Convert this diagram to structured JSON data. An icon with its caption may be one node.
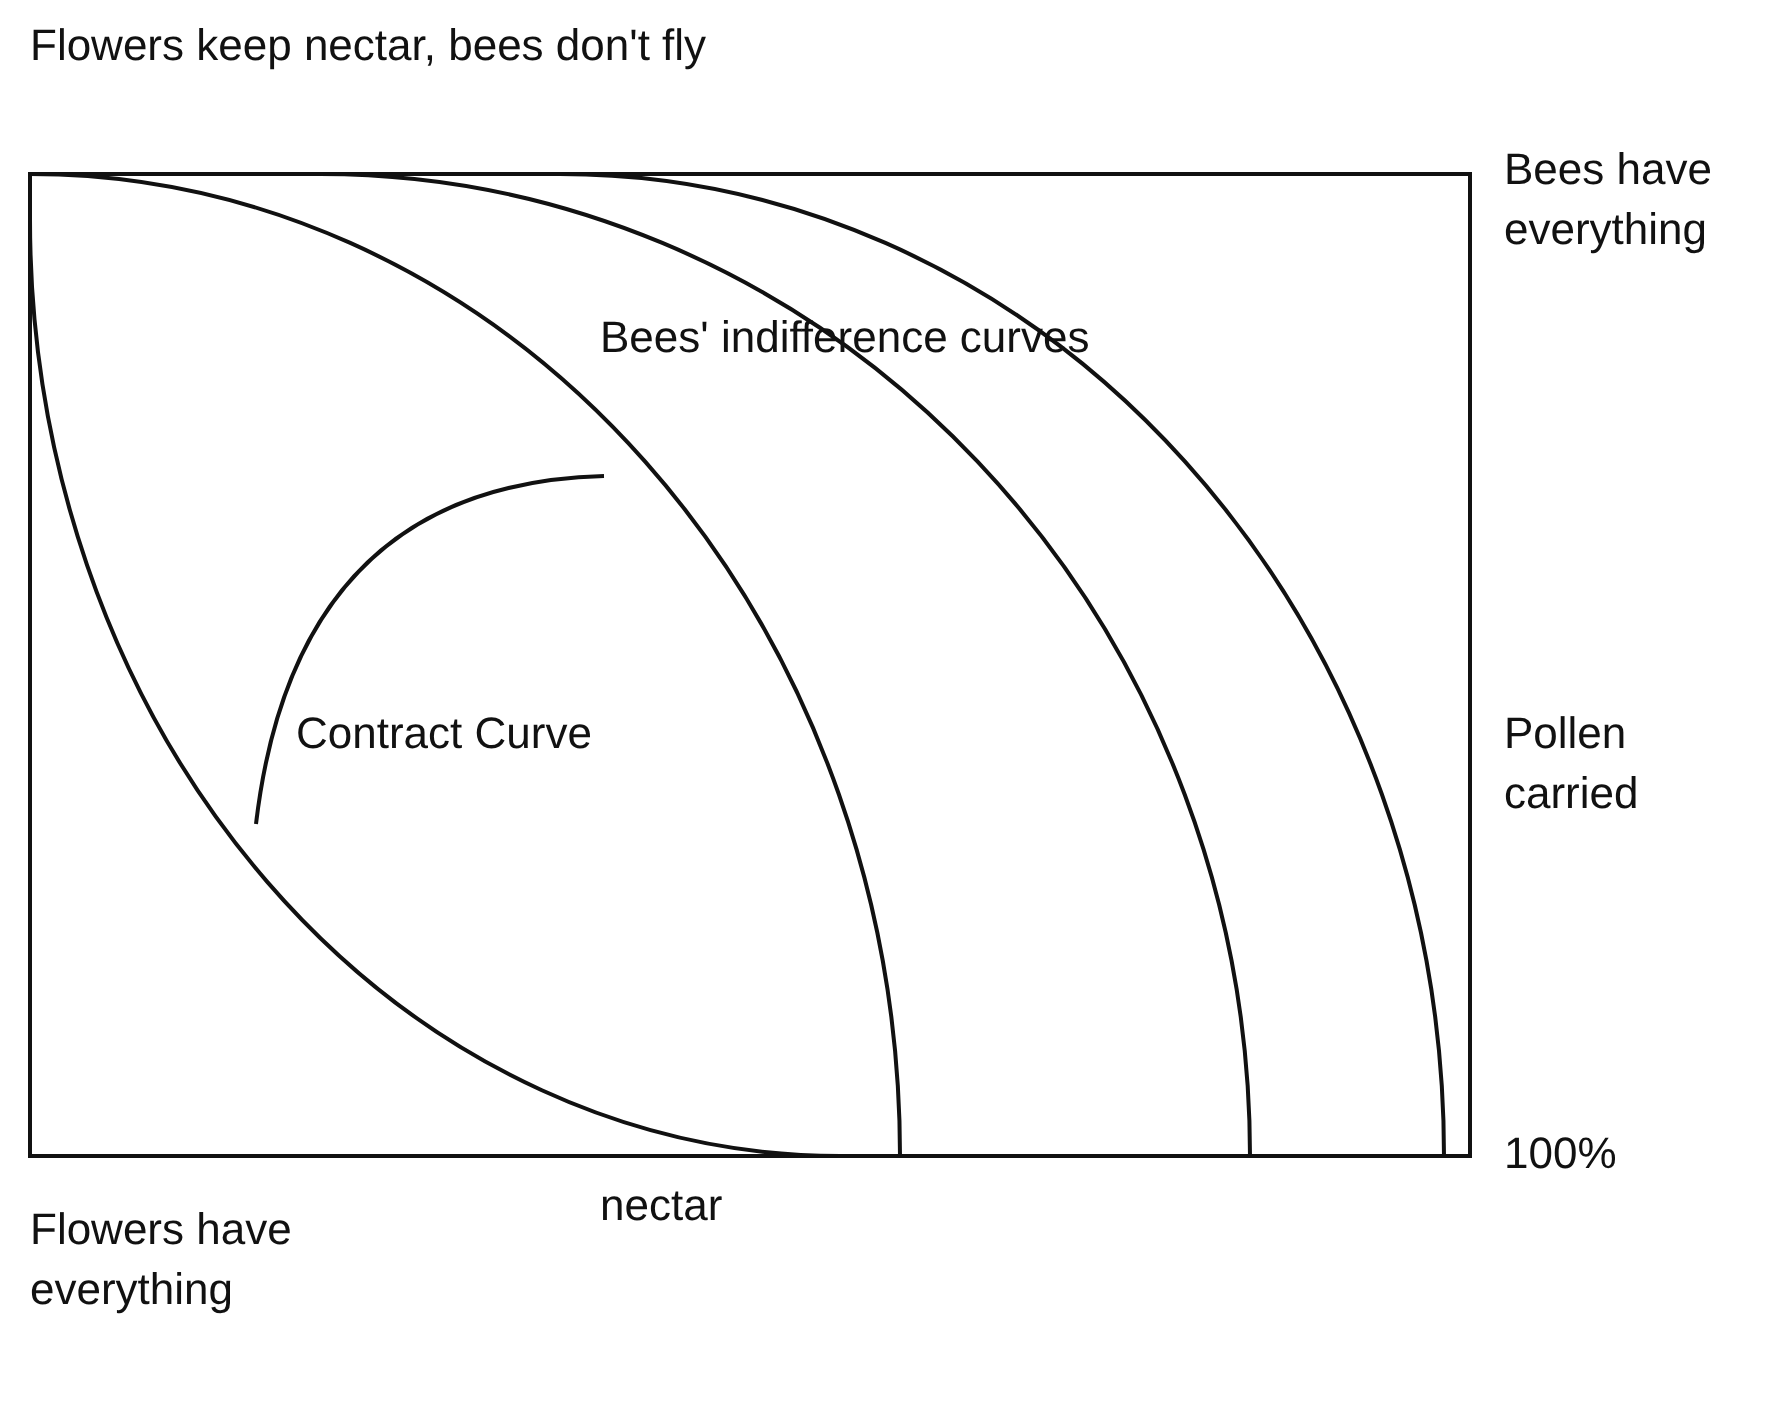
{
  "diagram": {
    "labels": [
      "Flowers keep nectar, bees don't fly",
      "Bees have everything",
      "Bees' indifference curves",
      "Contract Curve",
      "Pollen carried",
      "100%",
      "nectar",
      "Flowers have everything"
    ]
  }
}
